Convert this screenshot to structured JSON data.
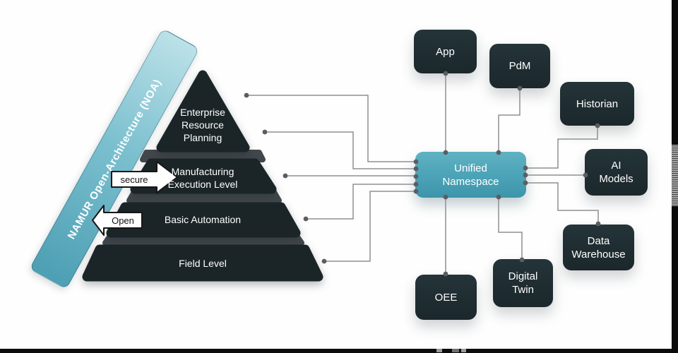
{
  "banner": {
    "label": "NAMUR Open-Architecture (NOA)"
  },
  "pyramid": {
    "layers": [
      {
        "id": "enterprise-resource-planning",
        "label": "Enterprise\nResource\nPlanning"
      },
      {
        "id": "manufacturing-execution-level",
        "label": "Manufacturing\nExecution Level"
      },
      {
        "id": "basic-automation",
        "label": "Basic Automation"
      },
      {
        "id": "field-level",
        "label": "Field Level"
      }
    ],
    "arrows": [
      {
        "id": "secure",
        "label": "secure",
        "direction": "right"
      },
      {
        "id": "open",
        "label": "Open",
        "direction": "left"
      }
    ]
  },
  "hub": {
    "label": "Unified\nNamespace"
  },
  "nodes": [
    {
      "id": "app",
      "label": "App"
    },
    {
      "id": "pdm",
      "label": "PdM"
    },
    {
      "id": "historian",
      "label": "Historian"
    },
    {
      "id": "ai-models",
      "label": "AI\nModels"
    },
    {
      "id": "data-warehouse",
      "label": "Data\nWarehouse"
    },
    {
      "id": "digital-twin",
      "label": "Digital\nTwin"
    },
    {
      "id": "oee",
      "label": "OEE"
    }
  ],
  "colors": {
    "teal_accent": "#45a0b5",
    "teal_light": "#bce1e8",
    "node_dark": "#1e2c30",
    "pyramid_dark": "#1b2528",
    "layer_edge_gray": "#42484c",
    "connector_line": "#8f8f8f",
    "connector_dot": "#5a5e61",
    "frame_bar": "#0b0b0b"
  }
}
